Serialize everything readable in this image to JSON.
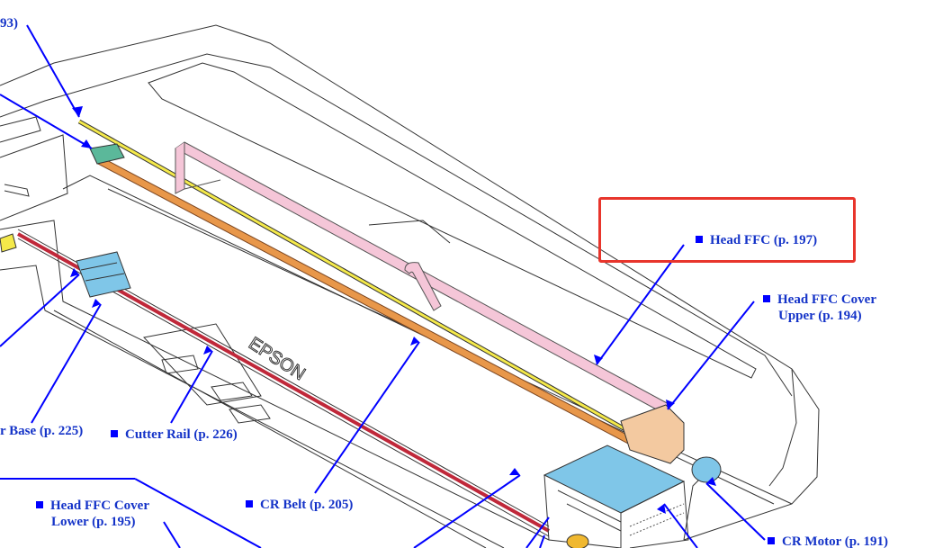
{
  "callouts": {
    "top_left_fragment": "93)",
    "head_ffc": "Head FFC (p. 197)",
    "head_ffc_cover_upper_line1": "Head FFC Cover",
    "head_ffc_cover_upper_line2": "Upper (p. 194)",
    "base_fragment": "r Base (p. 225)",
    "cutter_rail": "Cutter Rail (p. 226)",
    "head_ffc_cover_lower_line1": "Head FFC Cover",
    "head_ffc_cover_lower_line2": "Lower (p. 195)",
    "cr_belt": "CR Belt (p. 205)",
    "cr_motor": "CR Motor (p. 191)"
  },
  "printer_logo": "EPSON",
  "colors": {
    "callout_text": "#1433c8",
    "leader_line": "#0000ff",
    "highlight_box": "#e8352c",
    "head_ffc_cable": "#f5c6d8",
    "cr_belt": "#e8974a",
    "yellow_rail": "#f4e94a",
    "carriage": "#7fc6e8",
    "ffc_cover_upper": "#f3c9a0",
    "cutter_rail": "#c0283a"
  },
  "icons": [
    "square-bullet-icon"
  ]
}
